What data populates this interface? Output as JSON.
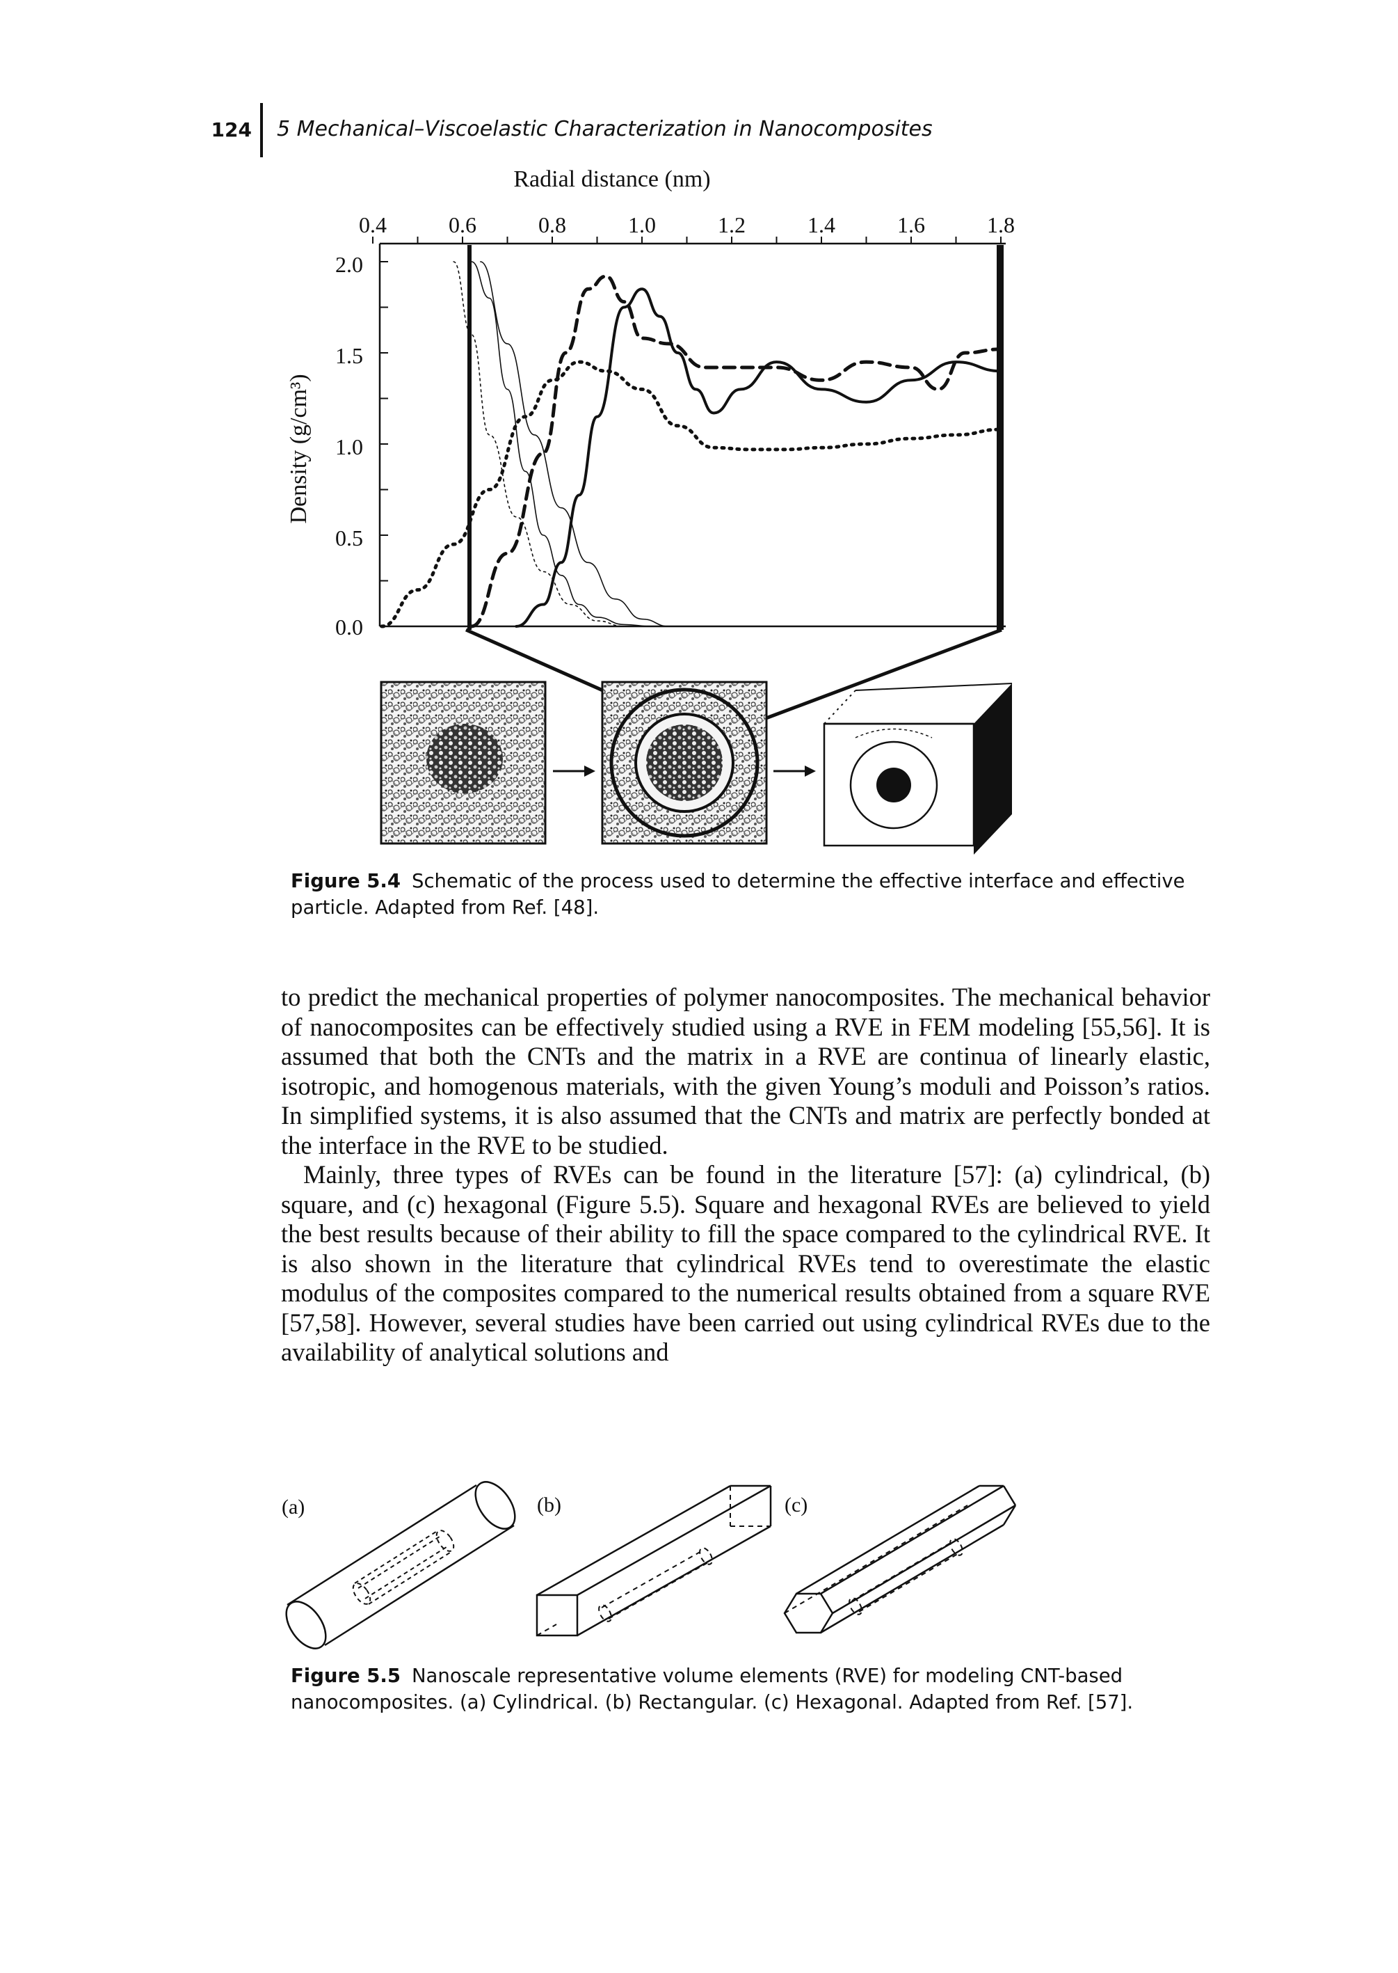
{
  "header": {
    "page_number": "124",
    "chapter_title": "5 Mechanical–Viscoelastic Characterization in Nanocomposites"
  },
  "figure_5_4": {
    "top_axis_title": "Radial distance (nm)",
    "y_axis_title": "Density (g/cm³)",
    "x_tick_labels": [
      "0.4",
      "0.6",
      "0.8",
      "1.0",
      "1.2",
      "1.4",
      "1.6",
      "1.8"
    ],
    "y_tick_labels": [
      "0.0",
      "0.5",
      "1.0",
      "1.5",
      "2.0"
    ],
    "caption_label": "Figure 5.4",
    "caption_text": "Schematic of the process used to determine the effective interface and effective particle. Adapted from Ref. [48]."
  },
  "chart_data": {
    "type": "line",
    "xlabel": "Radial distance (nm)",
    "ylabel": "Density (g/cm³)",
    "xlim": [
      0.4,
      1.8
    ],
    "ylim": [
      0.0,
      2.0
    ],
    "x_axis_position": "top",
    "series": [
      {
        "style": "thick-solid",
        "x": [
          0.72,
          0.78,
          0.82,
          0.86,
          0.9,
          0.96,
          1.0,
          1.04,
          1.08,
          1.12,
          1.16,
          1.22,
          1.3,
          1.4,
          1.5,
          1.6,
          1.7,
          1.8
        ],
        "y": [
          0.0,
          0.12,
          0.35,
          0.72,
          1.15,
          1.75,
          1.85,
          1.7,
          1.5,
          1.3,
          1.17,
          1.3,
          1.45,
          1.3,
          1.23,
          1.35,
          1.45,
          1.4
        ]
      },
      {
        "style": "thick-dashed",
        "x": [
          0.62,
          0.7,
          0.78,
          0.83,
          0.88,
          0.92,
          0.96,
          1.0,
          1.06,
          1.14,
          1.22,
          1.3,
          1.4,
          1.5,
          1.6,
          1.66,
          1.72,
          1.8
        ],
        "y": [
          0.0,
          0.4,
          0.95,
          1.5,
          1.85,
          1.92,
          1.78,
          1.58,
          1.55,
          1.42,
          1.42,
          1.42,
          1.35,
          1.45,
          1.42,
          1.3,
          1.5,
          1.52
        ]
      },
      {
        "style": "dotted",
        "x": [
          0.42,
          0.5,
          0.58,
          0.66,
          0.74,
          0.8,
          0.86,
          0.92,
          1.0,
          1.08,
          1.16,
          1.24,
          1.32,
          1.4,
          1.5,
          1.6,
          1.7,
          1.8
        ],
        "y": [
          0.0,
          0.2,
          0.45,
          0.75,
          1.15,
          1.35,
          1.45,
          1.4,
          1.3,
          1.1,
          0.98,
          0.97,
          0.97,
          0.98,
          1.0,
          1.03,
          1.05,
          1.08
        ]
      },
      {
        "style": "thin-solid",
        "x": [
          0.62,
          0.66,
          0.7,
          0.74,
          0.78,
          0.82,
          0.86,
          0.9,
          0.96,
          1.02
        ],
        "y": [
          2.0,
          1.8,
          1.3,
          0.85,
          0.5,
          0.28,
          0.12,
          0.05,
          0.01,
          0.0
        ]
      },
      {
        "style": "thin-solid",
        "x": [
          0.64,
          0.7,
          0.76,
          0.82,
          0.88,
          0.94,
          1.0,
          1.06
        ],
        "y": [
          2.0,
          1.55,
          1.05,
          0.65,
          0.35,
          0.15,
          0.04,
          0.0
        ]
      },
      {
        "style": "thin-dotted",
        "x": [
          0.58,
          0.62,
          0.66,
          0.72,
          0.78,
          0.84,
          0.9,
          0.96
        ],
        "y": [
          2.0,
          1.6,
          1.05,
          0.6,
          0.3,
          0.12,
          0.03,
          0.0
        ]
      }
    ],
    "vertical_lines_x": [
      0.6,
      1.8
    ],
    "grid": false
  },
  "figure_5_5": {
    "panel_labels": [
      "(a)",
      "(b)",
      "(c)"
    ],
    "caption_label": "Figure 5.5",
    "caption_text": "Nanoscale representative volume elements (RVE) for modeling CNT-based nanocomposites. (a) Cylindrical. (b) Rectangular. (c) Hexagonal. Adapted from Ref. [57]."
  },
  "body": {
    "p1": "to predict the mechanical properties of polymer nanocomposites. The mechanical behavior of nanocomposites can be effectively studied using a RVE in FEM modeling [55,56]. It is assumed that both the CNTs and the matrix in a RVE are continua of linearly elastic, isotropic, and homogenous materials, with the given Young’s moduli and Poisson’s ratios. In simplified systems, it is also assumed that the CNTs and matrix are perfectly bonded at the interface in the RVE to be studied.",
    "p2": "Mainly, three types of RVEs can be found in the literature [57]: (a) cylindrical, (b) square, and (c) hexagonal (Figure 5.5). Square and hexagonal RVEs are believed to yield the best results because of their ability to fill the space compared to the cylindrical RVE. It is also shown in the literature that cylindrical RVEs tend to overestimate the elastic modulus of the composites compared to the numerical results obtained from a square RVE [57,58]. However, several studies have been carried out using cylindrical RVEs due to the availability of analytical solutions and"
  }
}
